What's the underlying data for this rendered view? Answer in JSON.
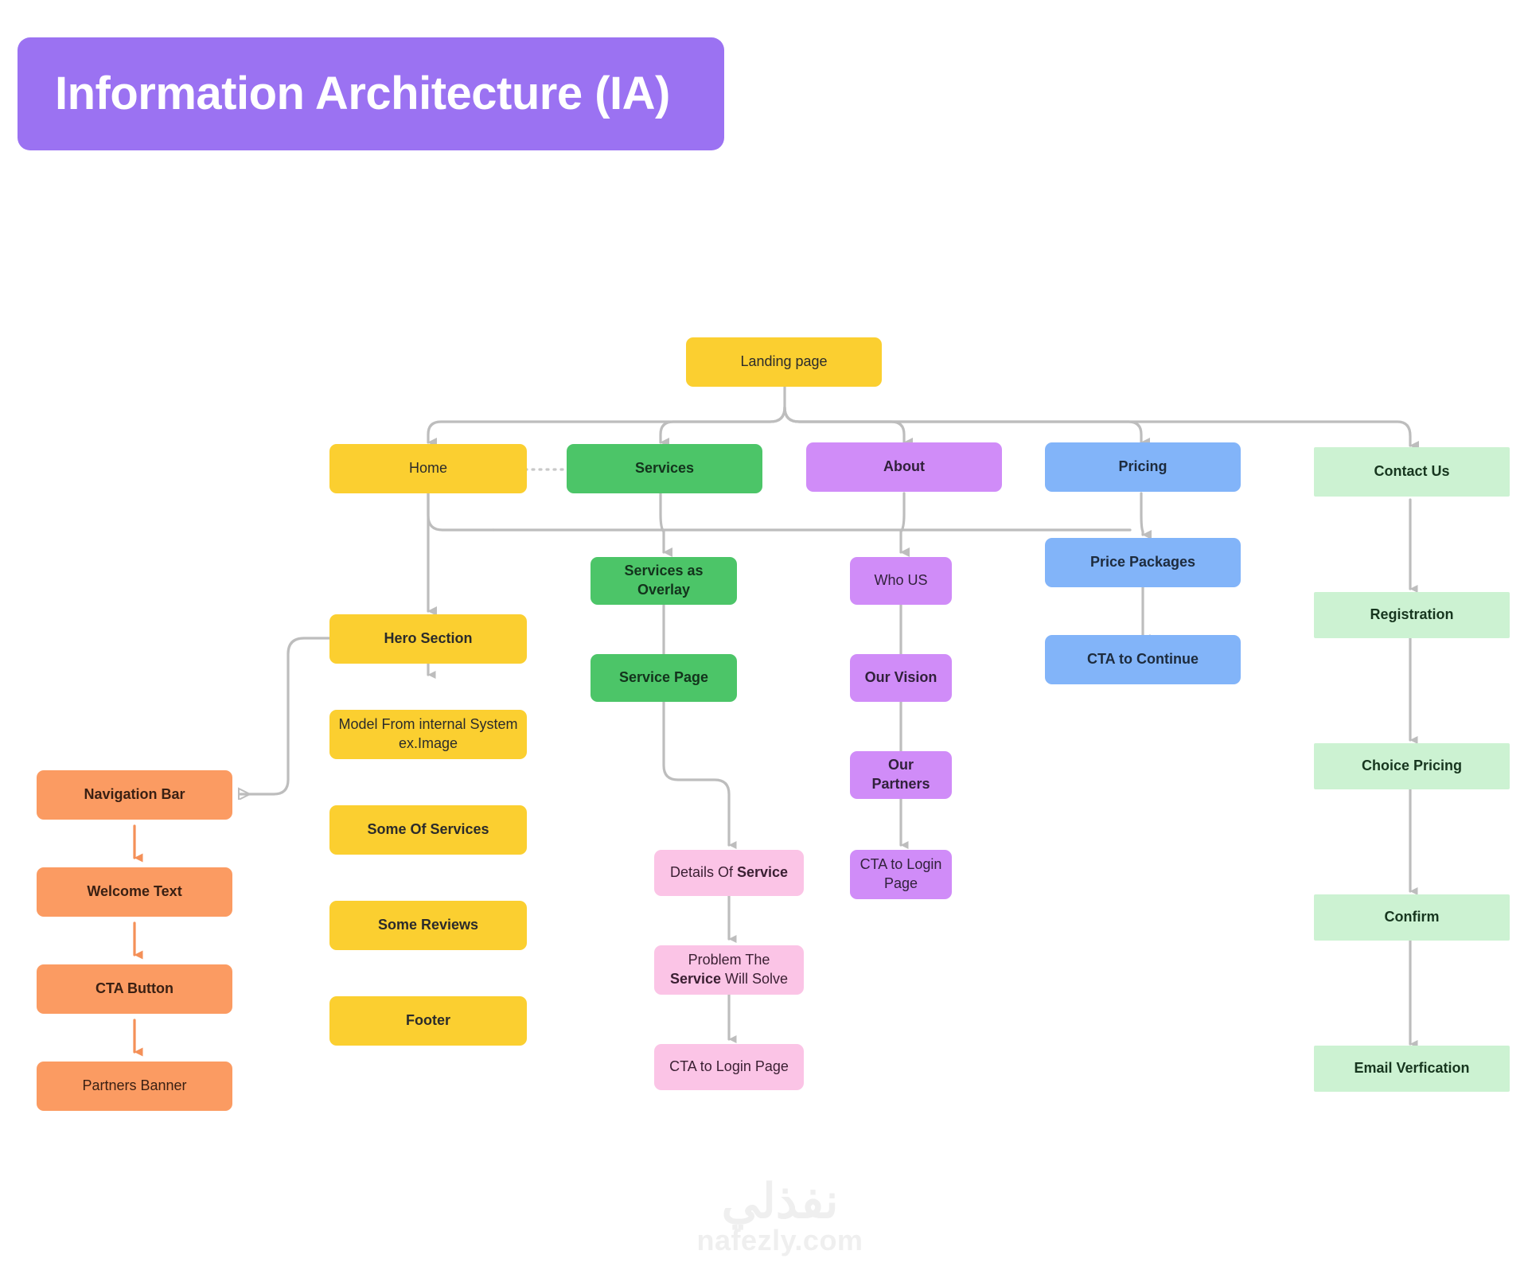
{
  "header": {
    "title": "Information Architecture (IA)",
    "banner_color": "#9B72F2",
    "title_color": "#ffffff"
  },
  "watermark": {
    "arabic": "نفذلي",
    "latin": "nafezly.com"
  },
  "palette": {
    "yellow": "#FBCF30",
    "green": "#4CC568",
    "purple": "#D08CF8",
    "blue": "#82B4F9",
    "mint": "#CCF2D2",
    "orange": "#FB9B62",
    "pink": "#FBC4E6",
    "connector": "#BDBDBD",
    "connector_orange": "#F49058"
  },
  "chart_data": {
    "type": "diagram",
    "title": "Information Architecture (IA)",
    "subtype": "sitemap-tree",
    "root": "Landing page",
    "nodes": [
      {
        "id": "landing",
        "label": "Landing page",
        "color": "yellow",
        "weight": "regular",
        "level": 0
      },
      {
        "id": "home",
        "label": "Home",
        "color": "yellow",
        "weight": "regular",
        "level": 1
      },
      {
        "id": "services",
        "label": "Services",
        "color": "green",
        "weight": "bold",
        "level": 1
      },
      {
        "id": "about",
        "label": "About",
        "color": "purple",
        "weight": "bold",
        "level": 1
      },
      {
        "id": "pricing",
        "label": "Pricing",
        "color": "blue",
        "weight": "bold",
        "level": 1
      },
      {
        "id": "contact",
        "label": "Contact Us",
        "color": "mint",
        "weight": "bold",
        "level": 1
      },
      {
        "id": "hero",
        "label": "Hero Section",
        "color": "yellow",
        "weight": "bold",
        "level": 2
      },
      {
        "id": "model",
        "label": "Model From internal System ex.Image",
        "color": "yellow",
        "weight": "regular",
        "level": 3
      },
      {
        "id": "someservices",
        "label": "Some Of Services",
        "color": "yellow",
        "weight": "bold",
        "level": 4
      },
      {
        "id": "somereviews",
        "label": "Some Reviews",
        "color": "yellow",
        "weight": "bold",
        "level": 5
      },
      {
        "id": "footer",
        "label": "Footer",
        "color": "yellow",
        "weight": "bold",
        "level": 6
      },
      {
        "id": "navbar",
        "label": "Navigation Bar",
        "color": "orange",
        "weight": "bold",
        "level": 3
      },
      {
        "id": "welcome",
        "label": "Welcome Text",
        "color": "orange",
        "weight": "bold",
        "level": 4
      },
      {
        "id": "ctabutton",
        "label": "CTA Button",
        "color": "orange",
        "weight": "bold",
        "level": 5
      },
      {
        "id": "partners",
        "label": "Partners Banner",
        "color": "orange",
        "weight": "regular",
        "level": 6
      },
      {
        "id": "overlay",
        "label": "Services as Overlay",
        "color": "green",
        "weight": "bold",
        "level": 2
      },
      {
        "id": "servicepage",
        "label": "Service Page",
        "color": "green",
        "weight": "bold",
        "level": 3
      },
      {
        "id": "detailsservice",
        "label": "Details Of Service",
        "color": "pink",
        "weight": "mixed",
        "level": 4,
        "rich": [
          {
            "t": "Details Of ",
            "b": false
          },
          {
            "t": "Service",
            "b": true
          }
        ]
      },
      {
        "id": "problemservice",
        "label": "Problem The Service Will Solve",
        "color": "pink",
        "weight": "mixed",
        "level": 5,
        "rich": [
          {
            "t": "Problem The ",
            "b": false
          },
          {
            "t": "Service",
            "b": true
          },
          {
            "t": " Will Solve",
            "b": false
          }
        ]
      },
      {
        "id": "ctaloginpink",
        "label": "CTA to Login Page",
        "color": "pink",
        "weight": "regular",
        "level": 6
      },
      {
        "id": "whous",
        "label": "Who US",
        "color": "purple",
        "weight": "regular",
        "level": 2
      },
      {
        "id": "ourvision",
        "label": "Our Vision",
        "color": "purple",
        "weight": "bold",
        "level": 3
      },
      {
        "id": "ourpartners",
        "label": "Our Partners",
        "color": "purple",
        "weight": "bold",
        "level": 4
      },
      {
        "id": "ctaloginpurple",
        "label": "CTA to Login Page",
        "color": "purple",
        "weight": "regular",
        "level": 5
      },
      {
        "id": "pricepackages",
        "label": "Price Packages",
        "color": "blue",
        "weight": "bold",
        "level": 2
      },
      {
        "id": "ctacontinue",
        "label": "CTA to Continue",
        "color": "blue",
        "weight": "bold",
        "level": 3
      },
      {
        "id": "registration",
        "label": "Registration",
        "color": "mint",
        "weight": "bold",
        "level": 2
      },
      {
        "id": "choicepricing",
        "label": "Choice Pricing",
        "color": "mint",
        "weight": "bold",
        "level": 3
      },
      {
        "id": "confirm",
        "label": "Confirm",
        "color": "mint",
        "weight": "bold",
        "level": 4
      },
      {
        "id": "emailverf",
        "label": "Email Verfication",
        "color": "mint",
        "weight": "bold",
        "level": 5
      }
    ],
    "edges": [
      {
        "from": "landing",
        "to": "home",
        "style": "solid"
      },
      {
        "from": "landing",
        "to": "services",
        "style": "solid"
      },
      {
        "from": "landing",
        "to": "about",
        "style": "solid"
      },
      {
        "from": "landing",
        "to": "pricing",
        "style": "solid"
      },
      {
        "from": "landing",
        "to": "contact",
        "style": "solid"
      },
      {
        "from": "home",
        "to": "services",
        "style": "dotted"
      },
      {
        "from": "home",
        "to": "hero",
        "style": "solid"
      },
      {
        "from": "hero",
        "to": "model",
        "style": "solid"
      },
      {
        "from": "model",
        "to": "someservices",
        "style": "solid"
      },
      {
        "from": "someservices",
        "to": "somereviews",
        "style": "solid"
      },
      {
        "from": "somereviews",
        "to": "footer",
        "style": "solid"
      },
      {
        "from": "hero",
        "to": "navbar",
        "style": "solid"
      },
      {
        "from": "navbar",
        "to": "welcome",
        "style": "solid-orange"
      },
      {
        "from": "welcome",
        "to": "ctabutton",
        "style": "solid-orange"
      },
      {
        "from": "ctabutton",
        "to": "partners",
        "style": "solid-orange"
      },
      {
        "from": "services",
        "to": "overlay",
        "style": "solid"
      },
      {
        "from": "overlay",
        "to": "servicepage",
        "style": "solid"
      },
      {
        "from": "servicepage",
        "to": "detailsservice",
        "style": "solid"
      },
      {
        "from": "detailsservice",
        "to": "problemservice",
        "style": "solid"
      },
      {
        "from": "problemservice",
        "to": "ctaloginpink",
        "style": "solid"
      },
      {
        "from": "about",
        "to": "whous",
        "style": "solid"
      },
      {
        "from": "whous",
        "to": "ourvision",
        "style": "solid"
      },
      {
        "from": "ourvision",
        "to": "ourpartners",
        "style": "solid"
      },
      {
        "from": "ourpartners",
        "to": "ctaloginpurple",
        "style": "solid"
      },
      {
        "from": "pricing",
        "to": "pricepackages",
        "style": "solid"
      },
      {
        "from": "pricepackages",
        "to": "ctacontinue",
        "style": "solid"
      },
      {
        "from": "contact",
        "to": "registration",
        "style": "solid"
      },
      {
        "from": "registration",
        "to": "choicepricing",
        "style": "solid"
      },
      {
        "from": "choicepricing",
        "to": "confirm",
        "style": "solid"
      },
      {
        "from": "confirm",
        "to": "emailverf",
        "style": "solid"
      }
    ]
  }
}
